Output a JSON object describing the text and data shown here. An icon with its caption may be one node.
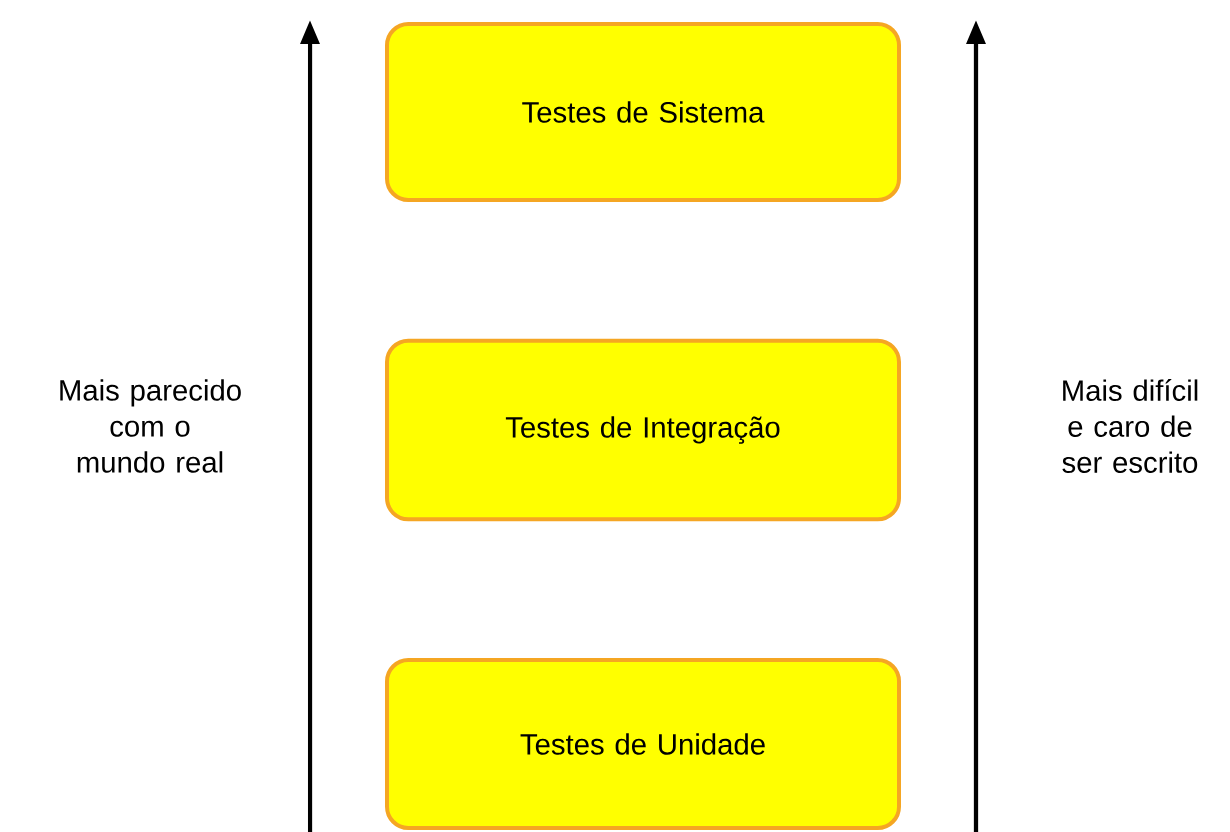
{
  "diagram": {
    "nodes": [
      {
        "text": [
          "Testes de Sistema"
        ]
      },
      {
        "text": [
          "Testes de Integração"
        ]
      },
      {
        "text": [
          "Testes de Unidade"
        ]
      }
    ],
    "labels": [
      "Mais parecido com o mundo real",
      "Mais difícil e caro de ser escrito"
    ]
  }
}
